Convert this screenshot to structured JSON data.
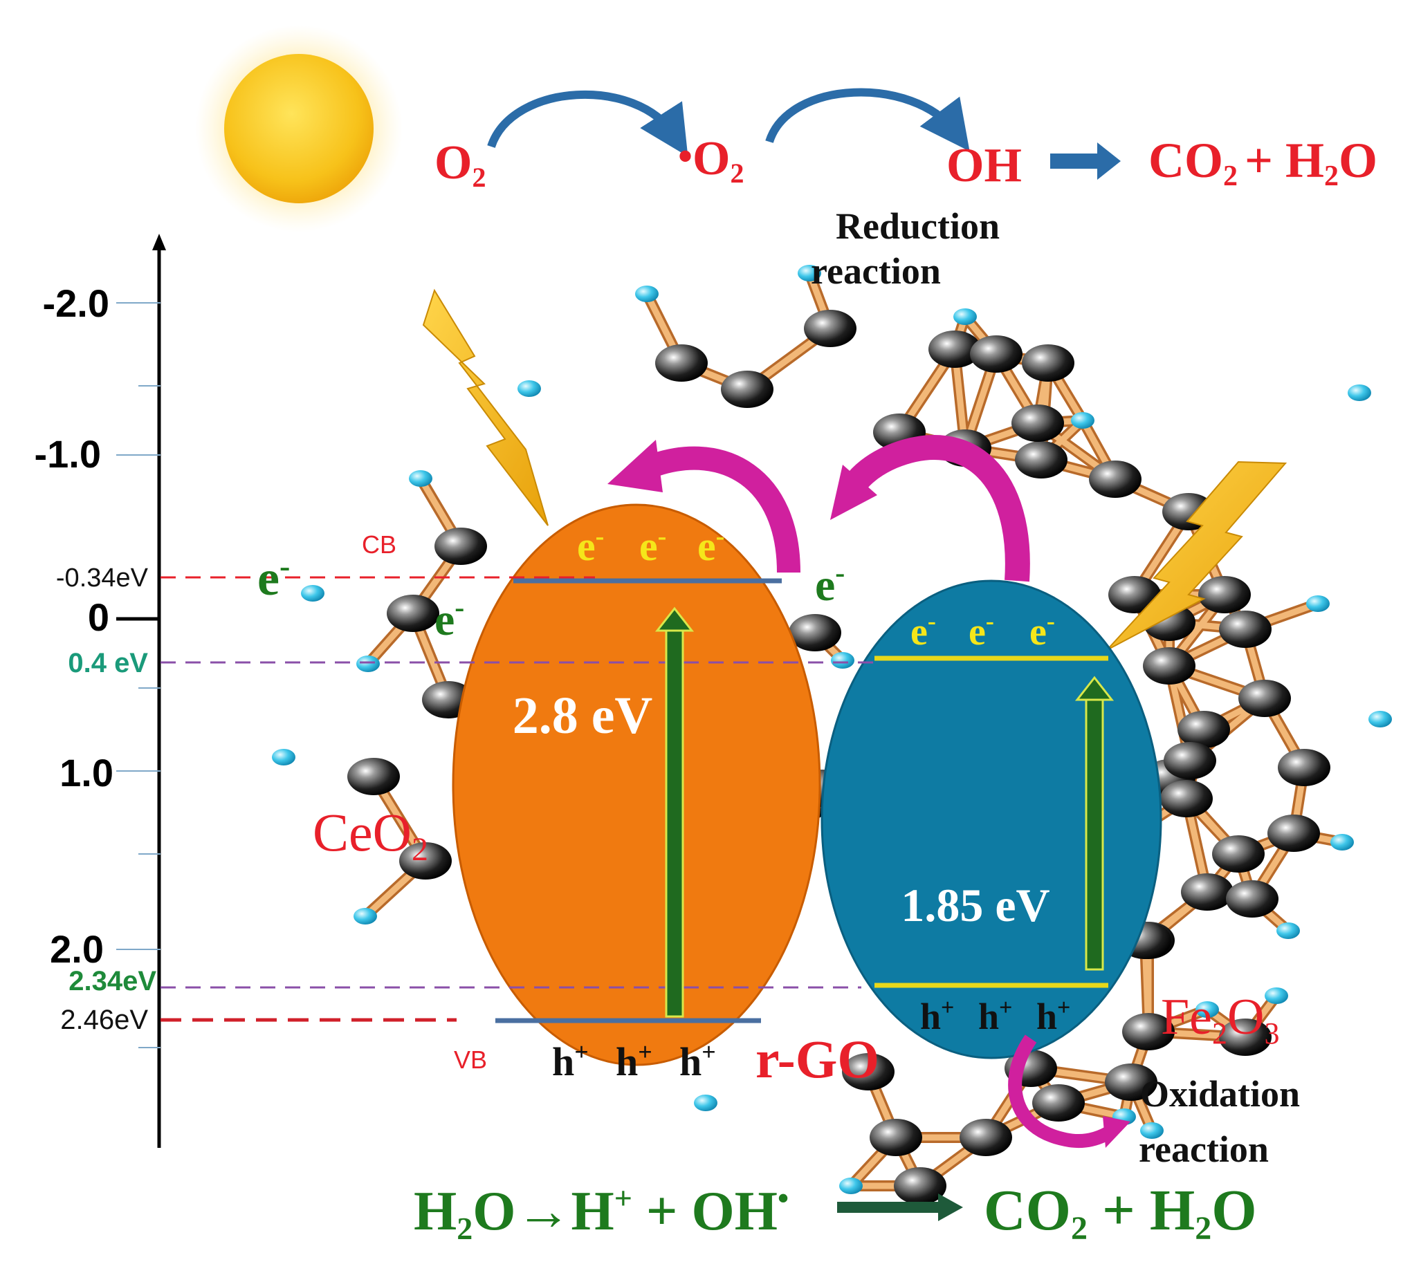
{
  "axis": {
    "ticks": [
      "-2.0",
      "-1.0",
      "0",
      "1.0",
      "2.0"
    ],
    "levels": {
      "cb_ceo2": "-0.34eV",
      "cb_fe2o3": "0.4 eV",
      "vb_fe2o3": "2.34eV",
      "vb_ceo2": "2.46eV"
    }
  },
  "top_reaction": {
    "o2": "O",
    "o2_sub": "2",
    "radical_dot": "•",
    "o2_radical": "O",
    "o2_radical_sub": "2",
    "oh": "OH",
    "co2": "CO",
    "co2_sub": "2",
    "plus_h2o": "+ H",
    "h2o_sub": "2",
    "h2o_o": "O"
  },
  "labels": {
    "reduction_1": "Reduction",
    "reduction_2": "reaction",
    "oxidation_1": "Oxidation",
    "oxidation_2": "reaction",
    "cb": "CB",
    "vb": "VB",
    "ceo2": "CeO",
    "ceo2_sub": "2",
    "fe2o3": "Fe",
    "fe2o3_sub": "2",
    "fe2o3_o": "O",
    "fe2o3_sub2": "3",
    "rgo": "r-GO",
    "ceo2_gap": "2.8 eV",
    "fe2o3_gap": "1.85 eV",
    "electron": "e",
    "minus": "-",
    "hole": "h",
    "plus": "+"
  },
  "bottom_reaction": {
    "h2o_h": "H",
    "h2o_sub": "2",
    "h2o_o": "O→H",
    "plus_sup": "+",
    "oh": " + OH",
    "oh_dot": "•",
    "co2": "CO",
    "co2_sub": "2",
    "plus_h2o": " + H",
    "h2o_sub2": "2",
    "h2o_o2": "O"
  },
  "colors": {
    "ceo2": "#F07A10",
    "fe2o3": "#0E7BA3",
    "red_text": "#E8202A",
    "green_text": "#1E7A1E",
    "yellow_text": "#F5E61A",
    "magenta_arrow": "#D0209E",
    "blue_arrow": "#2B6CA8",
    "bond": "#E8A860"
  }
}
